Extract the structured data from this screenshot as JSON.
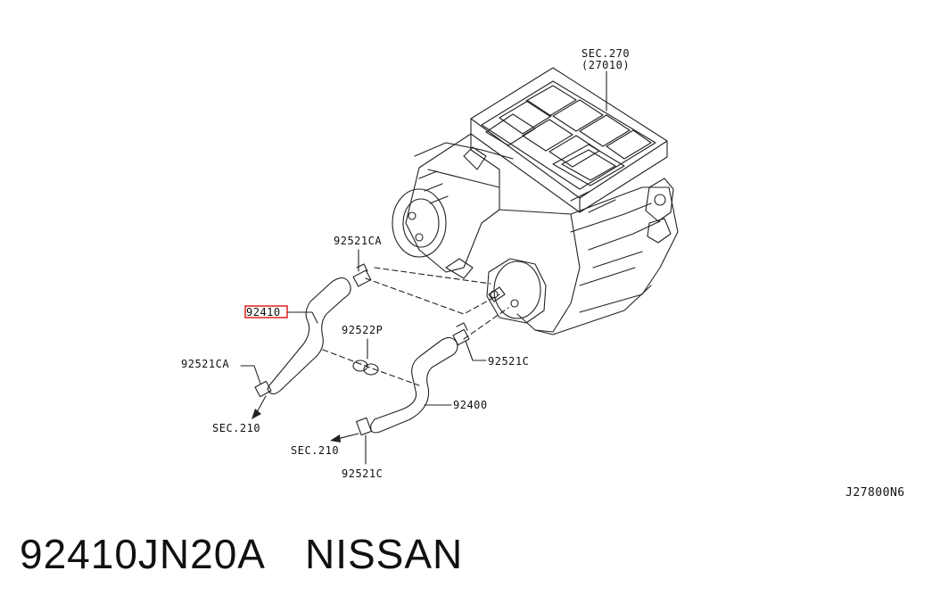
{
  "labels": {
    "sec270": "SEC.270",
    "code27010": "(27010)",
    "p92521ca_top": "92521CA",
    "p92410": "92410",
    "p92522p": "92522P",
    "p92521c_right": "92521C",
    "p92521ca_left": "92521CA",
    "p92400": "92400",
    "sec210_left": "SEC.210",
    "sec210_mid": "SEC.210",
    "p92521c_bottom": "92521C",
    "diagram_code": "J27800N6"
  },
  "footer": {
    "part_number": "92410JN20A",
    "brand": "NISSAN"
  },
  "colors": {
    "line": "#222222",
    "highlight": "#e0211b"
  }
}
